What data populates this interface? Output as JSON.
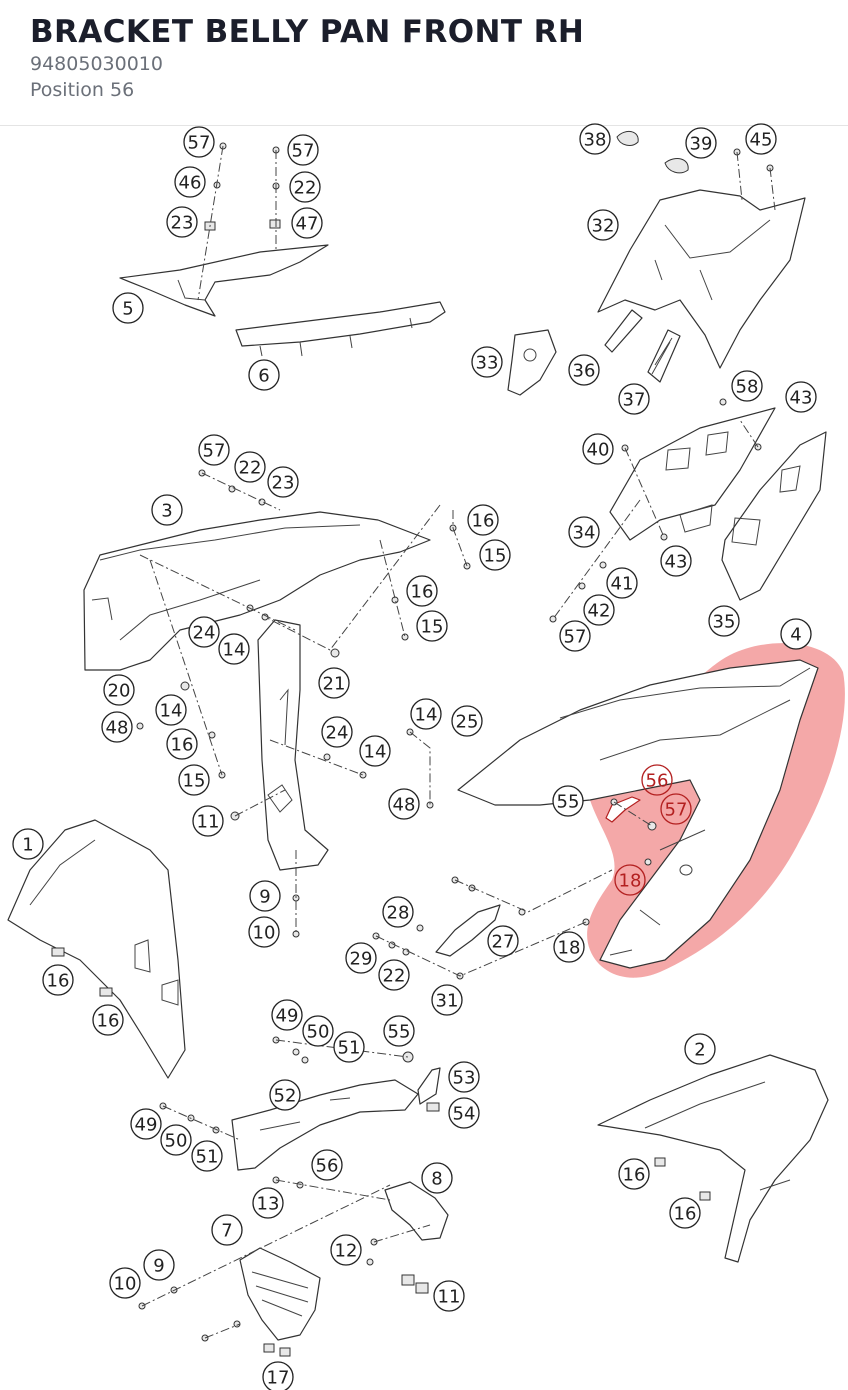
{
  "header": {
    "title": "BRACKET BELLY PAN FRONT RH",
    "part_number": "94805030010",
    "position_label": "Position 56"
  },
  "highlight": {
    "color": "#f08b8b",
    "highlighted_callouts": [
      "56",
      "57",
      "18"
    ]
  },
  "callouts": [
    {
      "id": "57",
      "hl": false
    },
    {
      "id": "57",
      "hl": false
    },
    {
      "id": "46",
      "hl": false
    },
    {
      "id": "22",
      "hl": false
    },
    {
      "id": "23",
      "hl": false
    },
    {
      "id": "47",
      "hl": false
    },
    {
      "id": "5",
      "hl": false
    },
    {
      "id": "6",
      "hl": false
    },
    {
      "id": "38",
      "hl": false
    },
    {
      "id": "39",
      "hl": false
    },
    {
      "id": "45",
      "hl": false
    },
    {
      "id": "32",
      "hl": false
    },
    {
      "id": "33",
      "hl": false
    },
    {
      "id": "36",
      "hl": false
    },
    {
      "id": "37",
      "hl": false
    },
    {
      "id": "58",
      "hl": false
    },
    {
      "id": "43",
      "hl": false
    },
    {
      "id": "40",
      "hl": false
    },
    {
      "id": "34",
      "hl": false
    },
    {
      "id": "43",
      "hl": false
    },
    {
      "id": "41",
      "hl": false
    },
    {
      "id": "42",
      "hl": false
    },
    {
      "id": "57",
      "hl": false
    },
    {
      "id": "35",
      "hl": false
    },
    {
      "id": "57",
      "hl": false
    },
    {
      "id": "22",
      "hl": false
    },
    {
      "id": "23",
      "hl": false
    },
    {
      "id": "3",
      "hl": false
    },
    {
      "id": "16",
      "hl": false
    },
    {
      "id": "15",
      "hl": false
    },
    {
      "id": "16",
      "hl": false
    },
    {
      "id": "15",
      "hl": false
    },
    {
      "id": "24",
      "hl": false
    },
    {
      "id": "14",
      "hl": false
    },
    {
      "id": "21",
      "hl": false
    },
    {
      "id": "4",
      "hl": false
    },
    {
      "id": "20",
      "hl": false
    },
    {
      "id": "48",
      "hl": false
    },
    {
      "id": "14",
      "hl": false
    },
    {
      "id": "16",
      "hl": false
    },
    {
      "id": "15",
      "hl": false
    },
    {
      "id": "24",
      "hl": false
    },
    {
      "id": "14",
      "hl": false
    },
    {
      "id": "14",
      "hl": false
    },
    {
      "id": "25",
      "hl": false
    },
    {
      "id": "48",
      "hl": false
    },
    {
      "id": "11",
      "hl": false
    },
    {
      "id": "56",
      "hl": true
    },
    {
      "id": "57",
      "hl": true
    },
    {
      "id": "55",
      "hl": false
    },
    {
      "id": "18",
      "hl": true
    },
    {
      "id": "1",
      "hl": false
    },
    {
      "id": "9",
      "hl": false
    },
    {
      "id": "10",
      "hl": false
    },
    {
      "id": "28",
      "hl": false
    },
    {
      "id": "27",
      "hl": false
    },
    {
      "id": "18",
      "hl": false
    },
    {
      "id": "29",
      "hl": false
    },
    {
      "id": "22",
      "hl": false
    },
    {
      "id": "31",
      "hl": false
    },
    {
      "id": "16",
      "hl": false
    },
    {
      "id": "16",
      "hl": false
    },
    {
      "id": "49",
      "hl": false
    },
    {
      "id": "50",
      "hl": false
    },
    {
      "id": "51",
      "hl": false
    },
    {
      "id": "55",
      "hl": false
    },
    {
      "id": "53",
      "hl": false
    },
    {
      "id": "52",
      "hl": false
    },
    {
      "id": "54",
      "hl": false
    },
    {
      "id": "2",
      "hl": false
    },
    {
      "id": "49",
      "hl": false
    },
    {
      "id": "50",
      "hl": false
    },
    {
      "id": "51",
      "hl": false
    },
    {
      "id": "56",
      "hl": false
    },
    {
      "id": "16",
      "hl": false
    },
    {
      "id": "8",
      "hl": false
    },
    {
      "id": "13",
      "hl": false
    },
    {
      "id": "16",
      "hl": false
    },
    {
      "id": "7",
      "hl": false
    },
    {
      "id": "12",
      "hl": false
    },
    {
      "id": "9",
      "hl": false
    },
    {
      "id": "10",
      "hl": false
    },
    {
      "id": "11",
      "hl": false
    },
    {
      "id": "17",
      "hl": false
    }
  ]
}
